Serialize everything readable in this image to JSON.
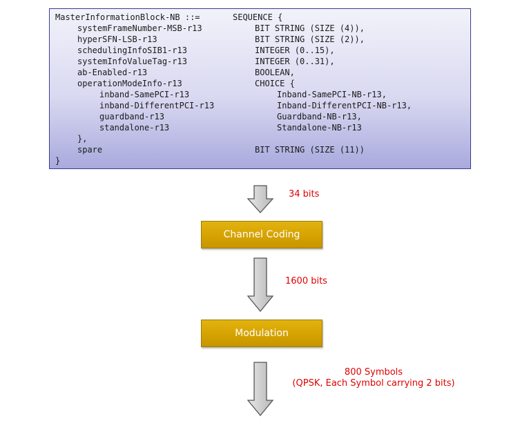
{
  "asn_block": {
    "lines": [
      {
        "name": "MasterInformationBlock-NB ::=",
        "type": "SEQUENCE {"
      },
      {
        "name": "systemFrameNumber-MSB-r13",
        "type": "BIT STRING (SIZE (4)),"
      },
      {
        "name": "hyperSFN-LSB-r13",
        "type": "BIT STRING (SIZE (2)),"
      },
      {
        "name": "schedulingInfoSIB1-r13",
        "type": "INTEGER (0..15),"
      },
      {
        "name": "systemInfoValueTag-r13",
        "type": "INTEGER (0..31),"
      },
      {
        "name": "ab-Enabled-r13",
        "type": "BOOLEAN,"
      },
      {
        "name": "operationModeInfo-r13",
        "type": "CHOICE {"
      },
      {
        "name": "inband-SamePCI-r13",
        "type": "Inband-SamePCI-NB-r13,"
      },
      {
        "name": "inband-DifferentPCI-r13",
        "type": "Inband-DifferentPCI-NB-r13,"
      },
      {
        "name": "guardband-r13",
        "type": "Guardband-NB-r13,"
      },
      {
        "name": "standalone-r13",
        "type": "Standalone-NB-r13"
      },
      {
        "name": "},",
        "type": ""
      },
      {
        "name": "spare",
        "type": "BIT STRING (SIZE (11))"
      },
      {
        "name": "}",
        "type": ""
      }
    ]
  },
  "flow": {
    "label_1": "34 bits",
    "box_1": "Channel Coding",
    "label_2": "1600 bits",
    "box_2": "Modulation",
    "label_3_line1": "800 Symbols",
    "label_3_line2": "(QPSK, Each Symbol carrying 2 bits)"
  },
  "colors": {
    "asn_border": "#3b3b8f",
    "box_fill": "#d4a100",
    "label_red": "#e00000"
  }
}
